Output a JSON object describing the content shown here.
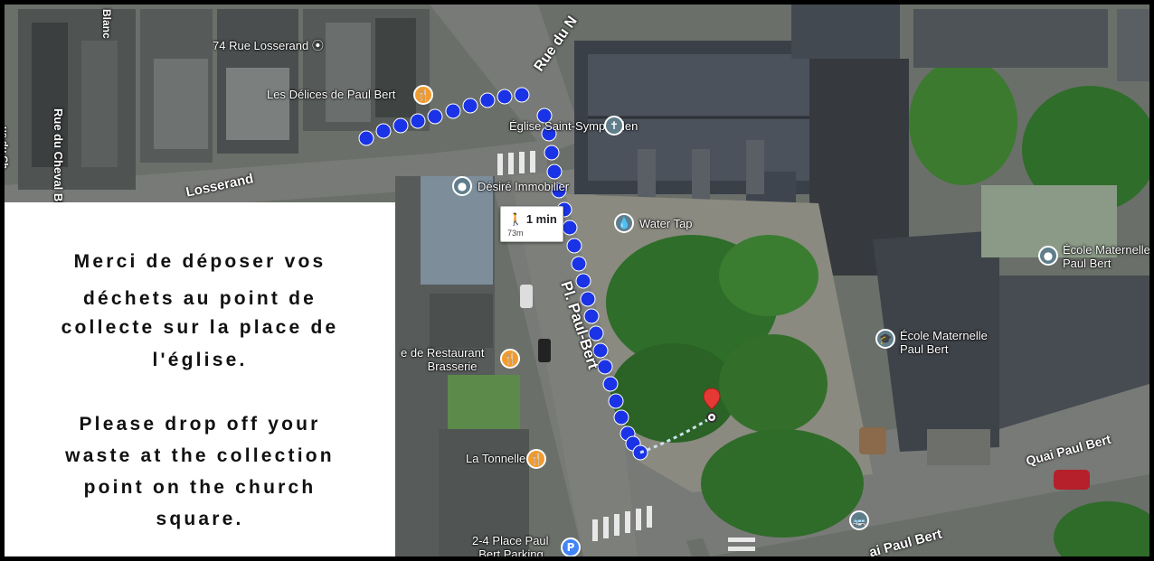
{
  "map": {
    "addresses": {
      "top_address": "74 Rue Losserand"
    },
    "streets": {
      "rue_losserand": "Losserand",
      "rue_du_cheval_blanc": "Rue du Cheval Blanc",
      "rue_du_cheval_blanc_short": "Blanc",
      "rue_du_n": "Rue du N",
      "pl_paul_bert": "Pl. Paul-Bert",
      "quai_paul_bert": "Quai Paul Bert",
      "quai_paul_bert_lower": "ai Paul Bert",
      "left_edge": "ue du Ch"
    },
    "places": {
      "les_delices": "Les Délices de Paul Bert",
      "eglise": "Église Saint-Symphorien",
      "desire": "Désiré Immobilier",
      "water_tap": "Water Tap",
      "ecole_right_line1": "École Maternelle",
      "ecole_right_line2": "Paul Bert",
      "ecole_mid_line1": "École Maternelle",
      "ecole_mid_line2": "Paul Bert",
      "restaurant_line1": "e de Restaurant",
      "restaurant_line2": "Brasserie",
      "la_tonnelle": "La Tonnelle",
      "parking_line1": "2-4 Place Paul",
      "parking_line2": "Bert Parking"
    },
    "route": {
      "walk_time": "1 min",
      "distance": "73m",
      "route_color": "#1a33e6"
    },
    "icons": {
      "address_marker": "circle-dot-icon",
      "restaurant": "fork-knife-icon",
      "church": "cross-icon",
      "place": "place-dot-icon",
      "water": "water-drop-icon",
      "school": "graduation-cap-icon",
      "parking": "parking-icon",
      "bus": "bus-icon",
      "destination": "red-pin-icon",
      "walk": "walking-person-icon"
    }
  },
  "notice": {
    "french": [
      "Merci de déposer vos",
      "déchets au point de",
      "collecte sur la place de",
      "l'église."
    ],
    "english": [
      "Please drop off your",
      "waste at the collection",
      "point on the church",
      "square."
    ]
  }
}
